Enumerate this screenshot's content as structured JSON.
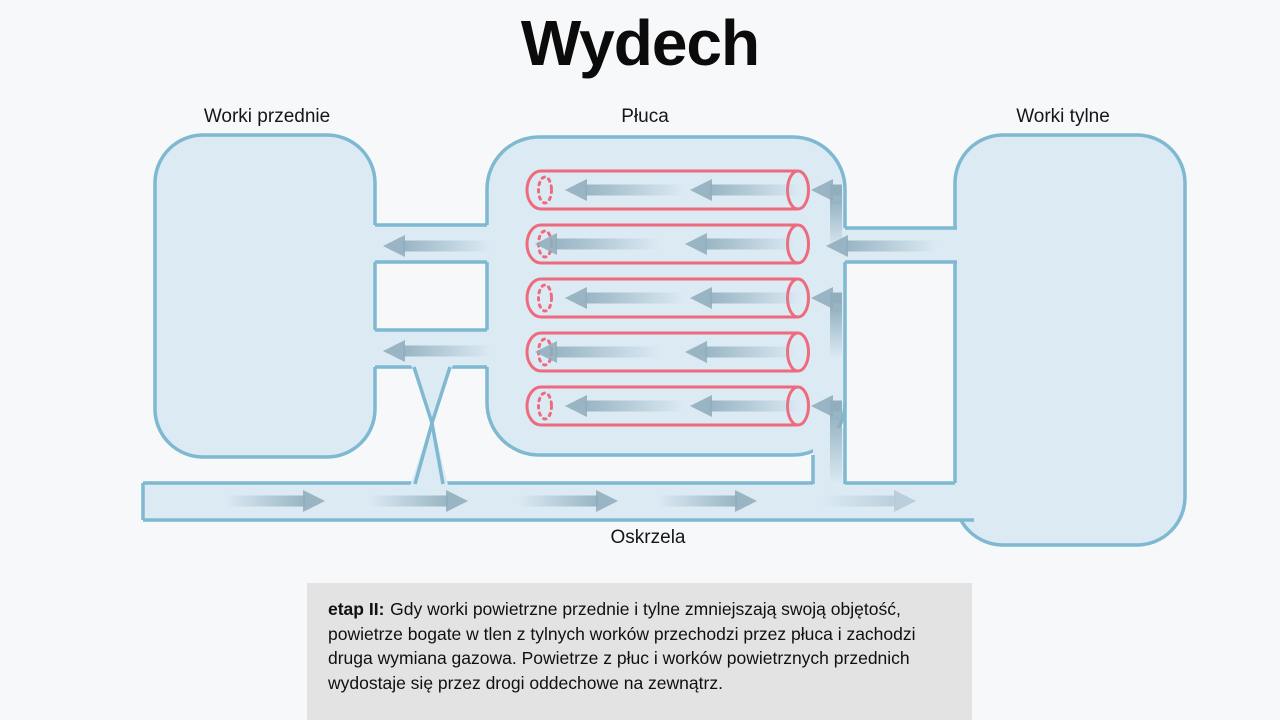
{
  "title": "Wydech",
  "labels": {
    "front_sacs": "Worki przednie",
    "lungs": "Płuca",
    "rear_sacs": "Worki tylne",
    "bronchi": "Oskrzela"
  },
  "caption": {
    "prefix": "etap II:",
    "body": "Gdy worki powietrzne przednie i tylne zmniejszają swoją objętość, powietrze bogate w tlen z tylnych worków przechodzi przez płuca i zachodzi druga wymiana gazowa. Powietrze z płuc i worków powietrznych przednich wydostaje się przez drogi oddechowe na zewnątrz."
  },
  "colors": {
    "background": "#f7f8fa",
    "shape_fill": "#dceaf4",
    "shape_stroke": "#7fb8d1",
    "tube_stroke": "#ee6b7d",
    "arrow": "#8fadbc",
    "caption_bg": "#e3e3e3"
  }
}
